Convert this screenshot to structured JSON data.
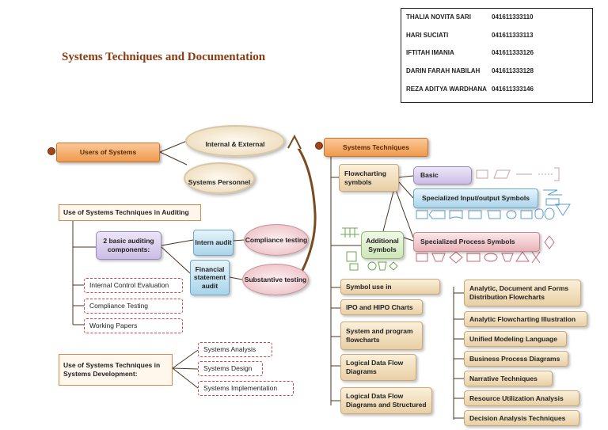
{
  "title": "Systems Techniques and Documentation",
  "team": [
    {
      "name": "THALIA NOVITA SARI",
      "id": "041611333110"
    },
    {
      "name": "HARI SUCIATI",
      "id": "041611333113"
    },
    {
      "name": "IFTITAH IMANIA",
      "id": "041611333126"
    },
    {
      "name": "DARIN FARAH NABILAH",
      "id": "041611333128"
    },
    {
      "name": "REZA ADITYA WARDHANA",
      "id": "041611333146"
    }
  ],
  "users": {
    "label": "Users of Systems",
    "internal_external": "Internal & External",
    "systems_personnel": "Systems Personnel"
  },
  "auditing": {
    "label": "Use of Systems Techniques in Auditing",
    "two_basic": "2 basic auditing components:",
    "intern_audit": "Intern audit",
    "financial_audit": "Financial statement audit",
    "compliance": "Compliance testing",
    "substantive": "Substantive testing",
    "items": [
      "Internal Control Evaluation",
      "Compliance Testing",
      "Working Papers"
    ]
  },
  "development": {
    "label": "Use of Systems Techniques in Systems Development:",
    "items": [
      "Systems Analysis",
      "Systems Design",
      "Systems Implementation"
    ]
  },
  "techniques": {
    "label": "Systems Techniques",
    "flowcharting": "Flowcharting symbols",
    "additional": "Additional Symbols",
    "basic": "Basic",
    "io": "Specialized Input/output Symbols",
    "process": "Specialized Process Symbols",
    "left_items": [
      "Symbol use in",
      "IPO and HIPO Charts",
      "System and program flowcharts",
      "Logical Data Flow Diagrams",
      "Logical Data Flow Diagrams and Structured"
    ],
    "right_items": [
      "Analytic, Document and Forms Distribution Flowcharts",
      "Analytic Flowcharting Illustration",
      "Unified Modeling Language",
      "Business Process Diagrams",
      "Narrative Techniques",
      "Resource Utilization Analysis",
      "Decision Analysis Techniques"
    ]
  },
  "colors": {
    "accent": "#8b3a10",
    "orange": "#ef9a4c",
    "line": "#5a3a1a"
  }
}
